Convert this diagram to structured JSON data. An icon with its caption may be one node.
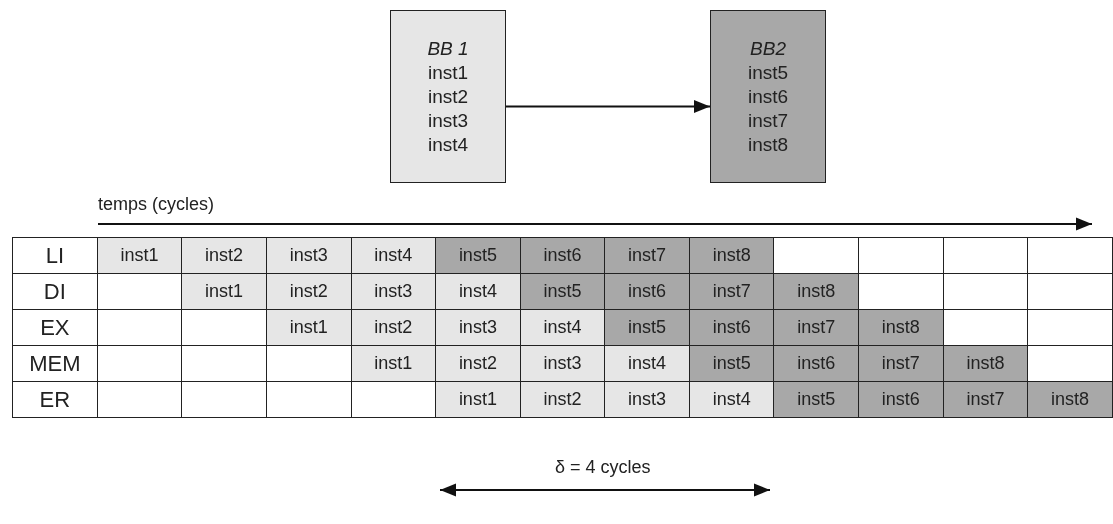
{
  "diagram": {
    "nodes": [
      {
        "text": [
          "BB 1",
          "inst1 inst2 inst3 inst4"
        ]
      },
      {
        "text": [
          "BB2",
          "inst5 inst6 inst7 inst8"
        ]
      }
    ],
    "edges": [
      {
        "from": 0,
        "to": 1,
        "arrow": "to"
      }
    ],
    "labels": [
      "temps (cycles)",
      "LI",
      "inst1",
      "inst2",
      "inst3",
      "inst4",
      "inst5",
      "inst6",
      "inst7",
      "inst8",
      "DI",
      "inst1",
      "inst2",
      "inst3",
      "inst4",
      "inst5",
      "inst6",
      "inst7",
      "inst8",
      "EX",
      "inst1",
      "inst2",
      "inst3",
      "inst4",
      "inst5",
      "inst6",
      "inst7",
      "inst8",
      "MEM",
      "inst1",
      "inst2",
      "inst3",
      "inst4",
      "inst5",
      "inst6",
      "inst7",
      "inst8",
      "ER",
      "inst1",
      "inst2",
      "inst3",
      "inst4",
      "inst5",
      "inst6",
      "inst7",
      "inst8",
      "δ = 4 cycles"
    ]
  }
}
